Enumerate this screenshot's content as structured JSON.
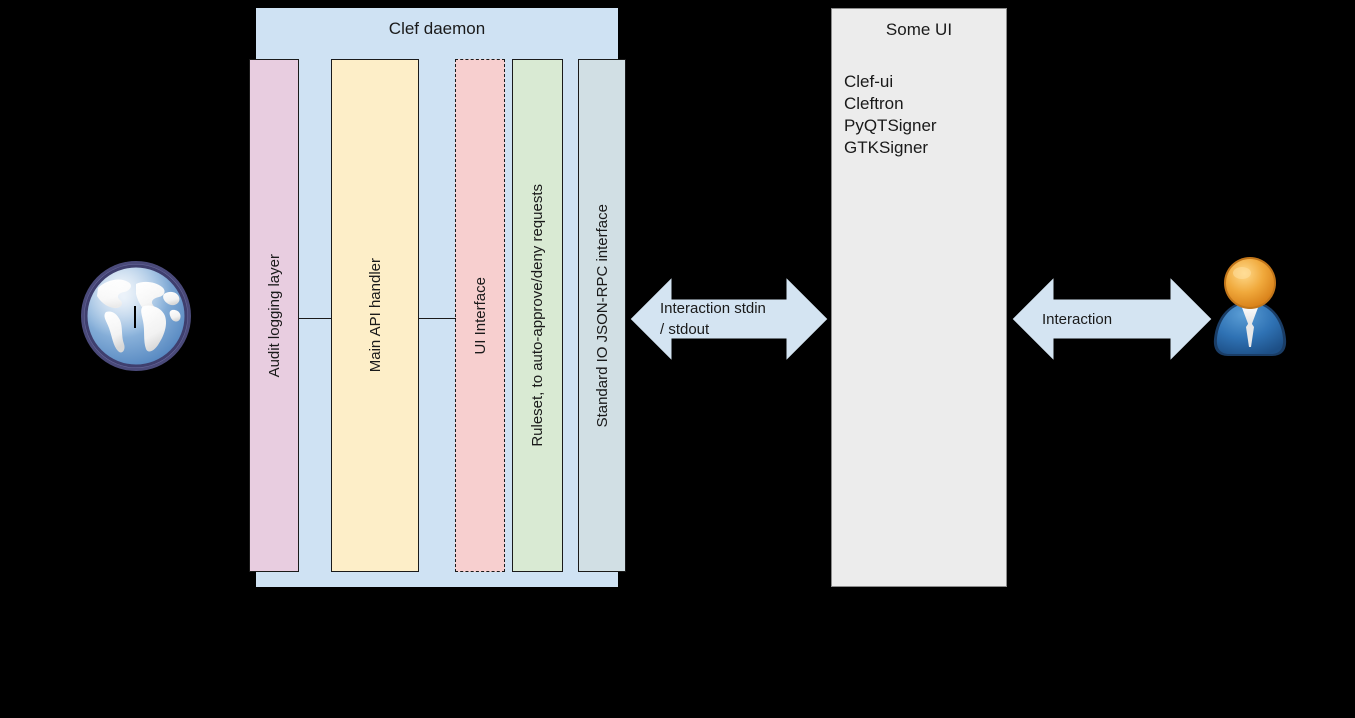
{
  "diagram": {
    "clef": {
      "title": "Clef daemon",
      "columns": [
        {
          "id": "audit-logging-layer",
          "label": "Audit logging layer",
          "color": "#e8cde0",
          "border": "solid"
        },
        {
          "id": "main-api-handler",
          "label": "Main API handler",
          "color": "#fdeec8",
          "border": "solid"
        },
        {
          "id": "ui-interface",
          "label": "UI Interface",
          "color": "#f7cfcf",
          "border": "dashed"
        },
        {
          "id": "ruleset",
          "label": "Ruleset, to auto-approve/deny requests",
          "color": "#d9ead3",
          "border": "solid"
        },
        {
          "id": "standard-io-jsonrpc",
          "label": "Standard IO JSON-RPC interface",
          "color": "#d1dfe4",
          "border": "solid"
        }
      ],
      "container_color": "#cfe2f3"
    },
    "some_ui": {
      "title": "Some UI",
      "items": [
        "Clef-ui",
        "Cleftron",
        "PyQTSigner",
        "GTKSigner"
      ],
      "panel_color": "#ececec"
    },
    "arrows": [
      {
        "id": "stdio-arrow",
        "line1": "Interaction stdin",
        "line2": "/ stdout",
        "color": "#d4e4f2"
      },
      {
        "id": "interaction-arrow",
        "line1": "Interaction",
        "line2": "",
        "color": "#d4e4f2"
      }
    ],
    "icons": {
      "globe": "globe-icon",
      "user": "user-icon"
    },
    "background": "#000000"
  }
}
